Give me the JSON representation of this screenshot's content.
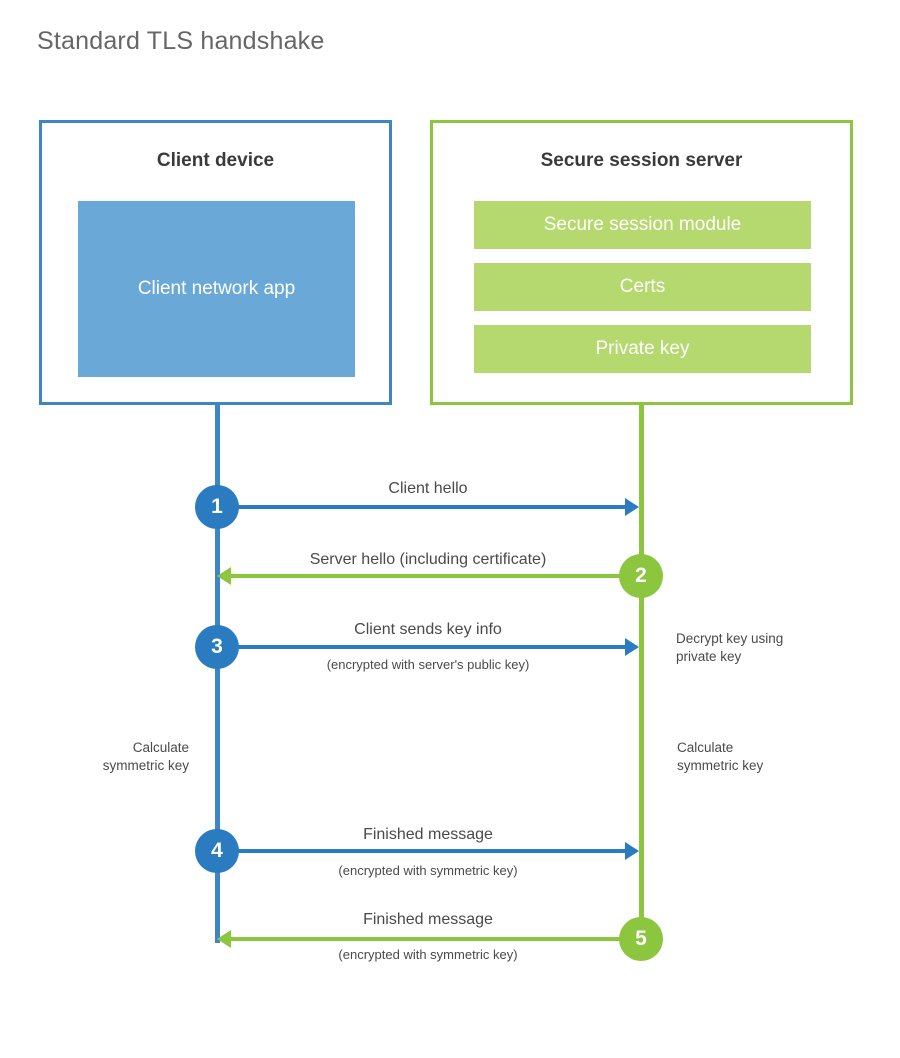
{
  "title": "Standard TLS handshake",
  "colors": {
    "client_border": "#3d85c6",
    "client_fill": "#6aa8d8",
    "client_accent": "#2b7bc0",
    "server_border": "#8cc63f",
    "server_fill": "#b5d96f",
    "text": "#4a4a4a",
    "title_text": "#666666"
  },
  "client": {
    "title": "Client device",
    "app_label": "Client network\napp"
  },
  "server": {
    "title": "Secure session server",
    "bars": [
      {
        "label": "Secure session module"
      },
      {
        "label": "Certs"
      },
      {
        "label": "Private key"
      }
    ]
  },
  "steps": [
    {
      "number": "1",
      "label": "Client hello",
      "sub": "",
      "direction": "client-to-server",
      "color": "blue"
    },
    {
      "number": "2",
      "label": "Server hello (including certificate)",
      "sub": "",
      "direction": "server-to-client",
      "color": "green"
    },
    {
      "number": "3",
      "label": "Client sends key info",
      "sub": "(encrypted with server's public key)",
      "direction": "client-to-server",
      "color": "blue"
    },
    {
      "number": "4",
      "label": "Finished message",
      "sub": "(encrypted with symmetric key)",
      "direction": "client-to-server",
      "color": "blue"
    },
    {
      "number": "5",
      "label": "Finished message",
      "sub": "(encrypted with symmetric key)",
      "direction": "server-to-client",
      "color": "green"
    }
  ],
  "annotations": {
    "decrypt": "Decrypt key using\nprivate key",
    "client_symmetric": "Calculate\nsymmetric key",
    "server_symmetric": "Calculate\nsymmetric key"
  }
}
